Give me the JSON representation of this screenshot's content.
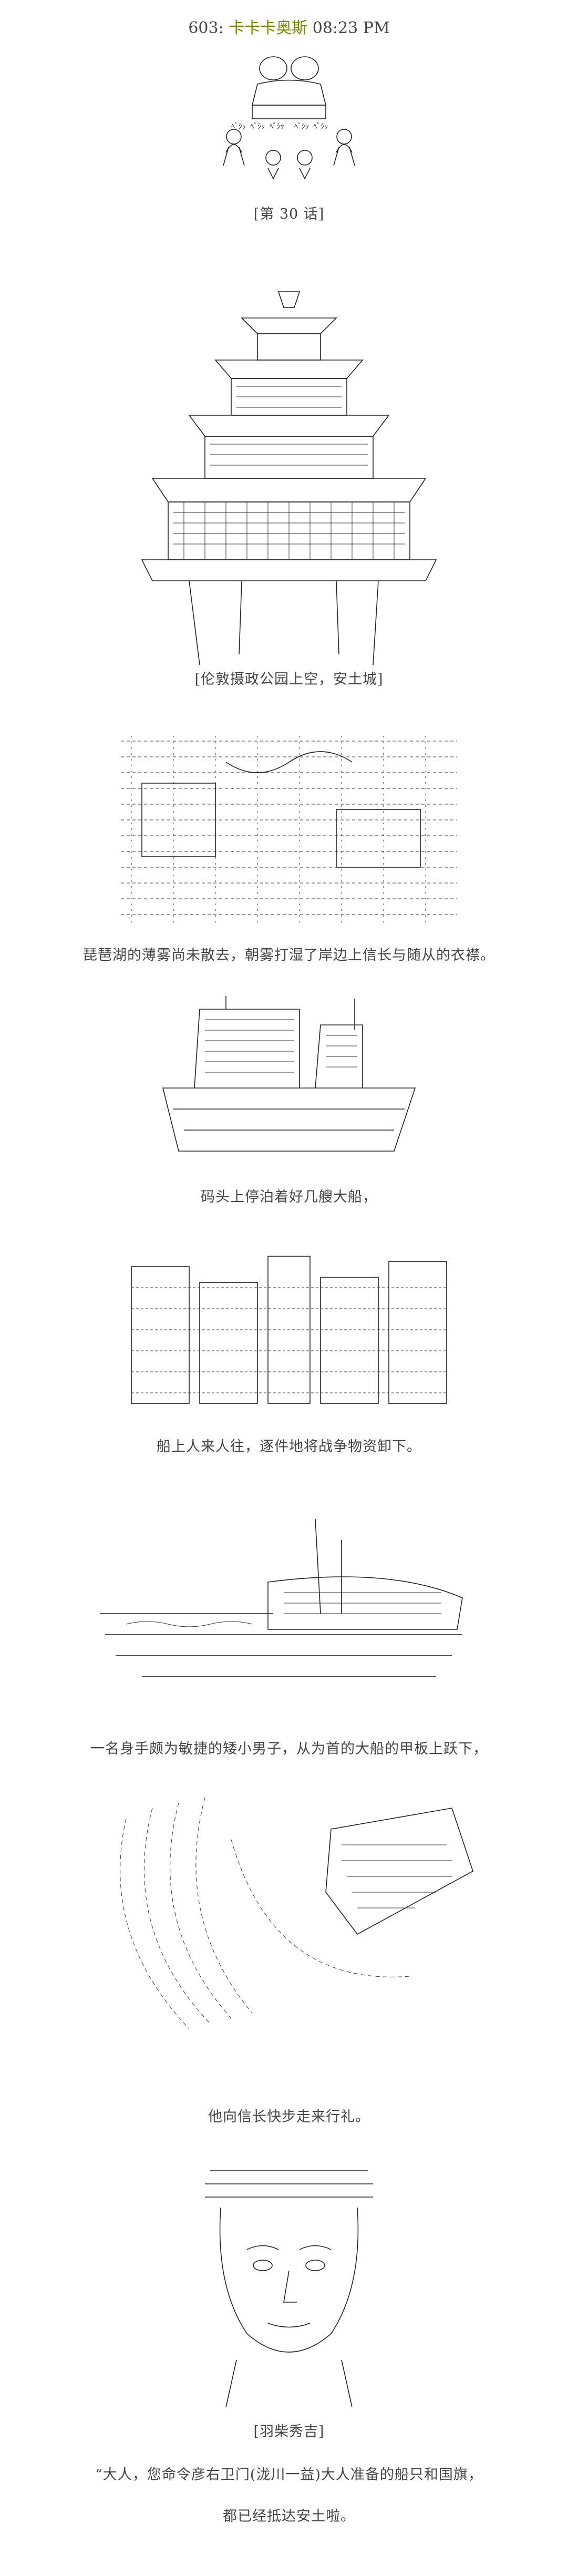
{
  "post": {
    "number": "603:",
    "poster": "卡卡卡奥斯",
    "time": "08:23 PM"
  },
  "captions": {
    "chapter": "[第 30 话]",
    "location": "[伦敦摄政公园上空，安土城]",
    "lake": "琵琶湖的薄雾尚未散去，朝雾打湿了岸边上信长与随从的衣襟。",
    "ships": "码头上停泊着好几艘大船，",
    "cargo": "船上人来人往，逐件地将战争物资卸下。",
    "man": "一名身手颇为敏捷的矮小男子，从为首的大船的甲板上跃下，",
    "bow": "他向信长快步走来行礼。",
    "speaker": "[羽柴秀吉]",
    "dialogue_1": "“大人，您命令彦右卫门(泷川一益)大人准备的船只和国旗，",
    "dialogue_2": "都已经抵达安土啦。"
  },
  "art": {
    "chibi_text": "ﾍﾟｼｯ ﾍﾟｼｯ ﾍﾟｼｯ"
  }
}
